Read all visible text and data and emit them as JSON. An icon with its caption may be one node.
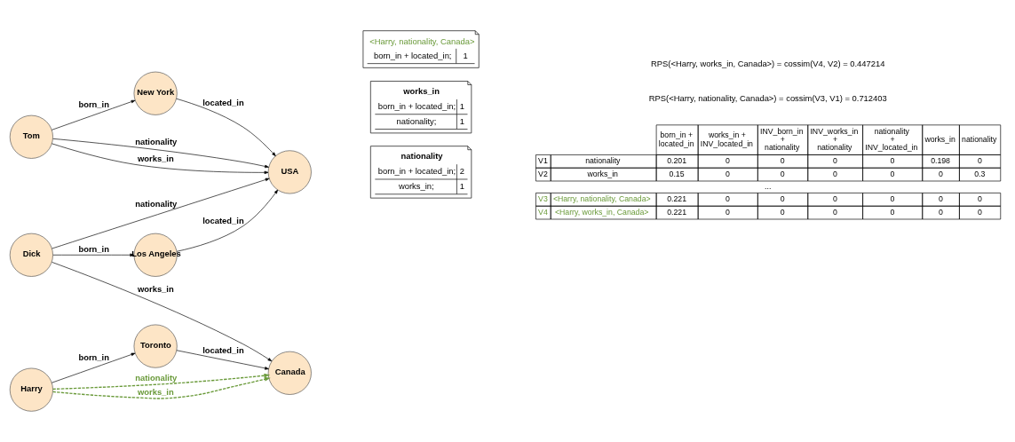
{
  "diagram": {
    "nodes": [
      {
        "text": [
          "Tom"
        ]
      },
      {
        "text": [
          "New York"
        ]
      },
      {
        "text": [
          "USA"
        ]
      },
      {
        "text": [
          "Dick"
        ]
      },
      {
        "text": [
          "Los Angeles"
        ]
      },
      {
        "text": [
          "Harry"
        ]
      },
      {
        "text": [
          "Toronto"
        ]
      },
      {
        "text": [
          "Canada"
        ]
      },
      {
        "text": [
          "nationality",
          "born_in + located_in;",
          "2",
          "works_in;",
          "1"
        ]
      },
      {
        "text": [
          "works_in",
          "born_in + located_in;",
          "1",
          "nationality;",
          "1"
        ]
      },
      {
        "text": [
          "<Harry, nationality, Canada>",
          "born_in + located_in;",
          "1"
        ]
      }
    ],
    "edges": [
      {
        "from": 0,
        "to": 2,
        "arrow": "to",
        "label": "nationality"
      },
      {
        "from": 0,
        "to": 2,
        "arrow": "to",
        "label": "works_in"
      },
      {
        "from": 0,
        "to": 1,
        "arrow": "to",
        "label": "born_in"
      },
      {
        "from": 1,
        "to": 2,
        "arrow": "to",
        "label": "located_in"
      },
      {
        "from": 3,
        "to": 2,
        "arrow": "to",
        "label": "nationality"
      },
      {
        "from": 3,
        "to": 4,
        "arrow": "to",
        "label": "born_in"
      },
      {
        "from": 4,
        "to": 2,
        "arrow": "to",
        "label": "located_in"
      },
      {
        "from": 3,
        "to": 7,
        "arrow": "to",
        "label": "works_in"
      },
      {
        "from": 5,
        "to": 6,
        "arrow": "to",
        "label": "born_in"
      },
      {
        "from": 6,
        "to": 7,
        "arrow": "to",
        "label": "located_in"
      },
      {
        "from": 5,
        "to": 7,
        "arrow": "to",
        "label": "nationality",
        "style": "dashed",
        "color": "#6a9a3a"
      },
      {
        "from": 5,
        "to": 7,
        "arrow": "to",
        "label": "works_in",
        "style": "dashed",
        "color": "#6a9a3a"
      }
    ],
    "labels": [
      "born_in + located_in",
      "works_in + INV_located_in",
      "INV_born_in + nationality",
      "INV_works_in + nationality",
      "nationality + INV_located_in",
      "works_in",
      "nationality",
      "V1",
      "nationality",
      "0.201",
      "0",
      "0",
      "0",
      "0",
      "0.198",
      "0",
      "V2",
      "works_in",
      "0.15",
      "0",
      "0",
      "0",
      "0",
      "0",
      "0.3",
      "...",
      "V3",
      "<Harry, nationality, Canada>",
      "0.221",
      "0",
      "0",
      "0",
      "0",
      "0",
      "0",
      "V4",
      "<Harry, works_in, Canada>",
      "0.221",
      "0",
      "0",
      "0",
      "0",
      "0",
      "0",
      "RPS(<Harry, nationality, Canada>) = cossim(V3, V1) = 0.712403",
      "RPS(<Harry, works_in, Canada>) = cossim(V4, V2) = 0.447214"
    ]
  }
}
